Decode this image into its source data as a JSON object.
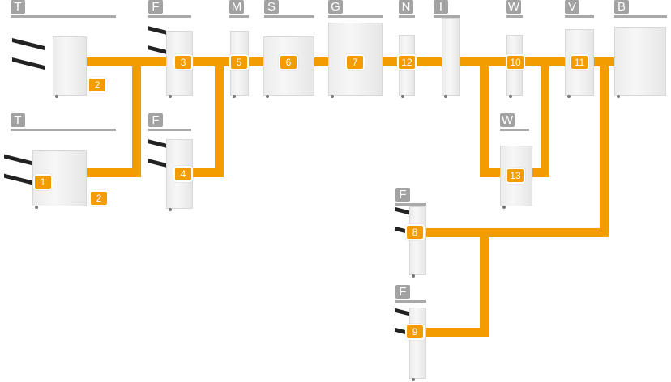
{
  "colors": {
    "connector": "#f39c00",
    "label_bg": "#a2a2a2"
  },
  "groups": [
    {
      "id": "t-top",
      "label": "T",
      "badges": [
        "2"
      ]
    },
    {
      "id": "f-top",
      "label": "F",
      "badges": [
        "3"
      ]
    },
    {
      "id": "m",
      "label": "M",
      "badges": [
        "5"
      ]
    },
    {
      "id": "s",
      "label": "S",
      "badges": [
        "6"
      ]
    },
    {
      "id": "g",
      "label": "G",
      "badges": [
        "7"
      ]
    },
    {
      "id": "n",
      "label": "N",
      "badges": [
        "12"
      ]
    },
    {
      "id": "i",
      "label": "I",
      "badges": []
    },
    {
      "id": "w-top",
      "label": "W",
      "badges": [
        "10"
      ]
    },
    {
      "id": "v",
      "label": "V",
      "badges": [
        "11"
      ]
    },
    {
      "id": "b",
      "label": "B",
      "badges": []
    },
    {
      "id": "t-low",
      "label": "T",
      "badges": [
        "1",
        "2"
      ]
    },
    {
      "id": "f-low",
      "label": "F",
      "badges": [
        "4"
      ]
    },
    {
      "id": "w-low",
      "label": "W",
      "badges": [
        "13"
      ]
    },
    {
      "id": "f-8",
      "label": "F",
      "badges": [
        "8"
      ]
    },
    {
      "id": "f-9",
      "label": "F",
      "badges": [
        "9"
      ]
    }
  ]
}
